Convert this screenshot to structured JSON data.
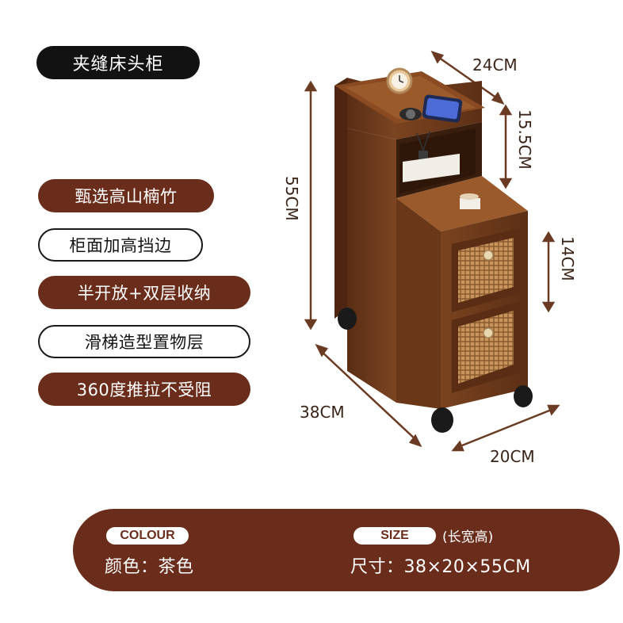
{
  "title": "夹缝床头柜",
  "features": [
    {
      "label": "甄选高山楠竹",
      "style": "filled"
    },
    {
      "label": "柜面加高挡边",
      "style": "outline"
    },
    {
      "label": "半开放+双层收纳",
      "style": "filled"
    },
    {
      "label": "滑梯造型置物层",
      "style": "outline"
    },
    {
      "label": "360度推拉不受阻",
      "style": "filled"
    }
  ],
  "dimensions": {
    "width_top": "24CM",
    "shelf_height": "15.5CM",
    "total_height": "55CM",
    "drawer_height": "14CM",
    "depth": "38CM",
    "width": "20CM"
  },
  "specs": {
    "colour_tag": "COLOUR",
    "colour_value": "颜色：茶色",
    "size_tag": "SIZE",
    "size_note": "(长宽高)",
    "size_value": "尺寸：38×20×55CM"
  },
  "colors": {
    "brand_brown": "#6b2d1b",
    "wood": "#6e3a1c",
    "dark_pill": "#121212"
  }
}
